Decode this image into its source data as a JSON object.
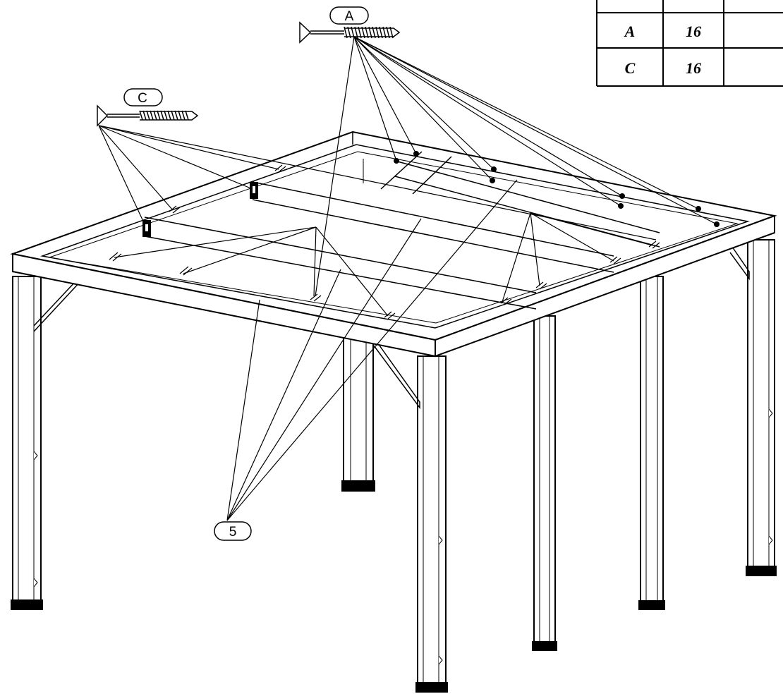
{
  "callouts": {
    "screw_a": "A",
    "screw_c": "C",
    "part_5": "5"
  },
  "parts_table": {
    "rows": [
      {
        "part": "A",
        "qty": "16"
      },
      {
        "part": "C",
        "qty": "16"
      }
    ]
  }
}
